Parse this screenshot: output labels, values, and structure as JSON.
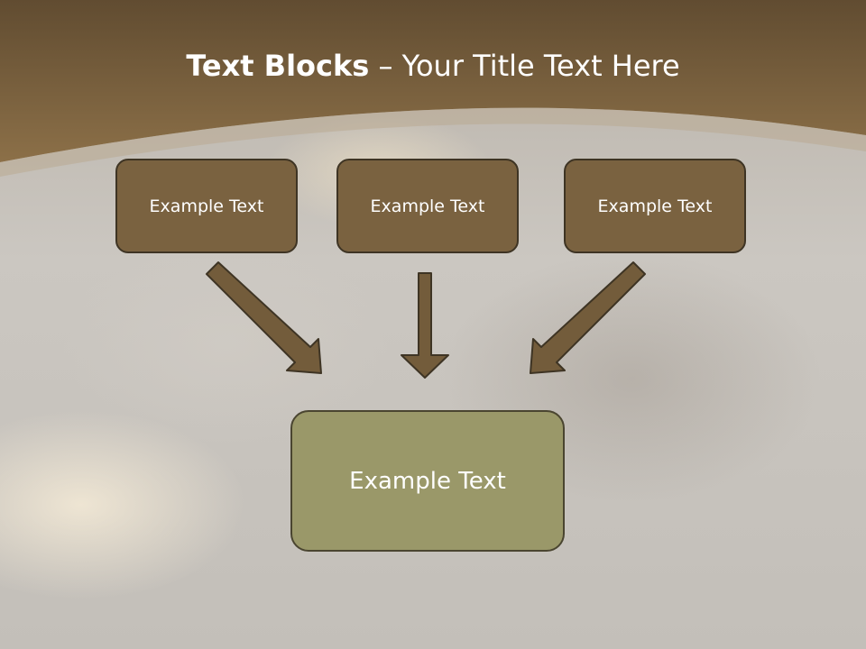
{
  "title": {
    "bold": "Text Blocks",
    "dash": " – ",
    "rest": "Your Title Text Here"
  },
  "boxes": {
    "left": "Example Text",
    "center": "Example Text",
    "right": "Example Text",
    "bottom": "Example Text"
  },
  "colors": {
    "header_brown": "#7a6240",
    "top_box_fill": "#7a6240",
    "bottom_box_fill": "#9a9869",
    "arrow_fill": "#735c3b",
    "border_dark": "#3e3424"
  }
}
